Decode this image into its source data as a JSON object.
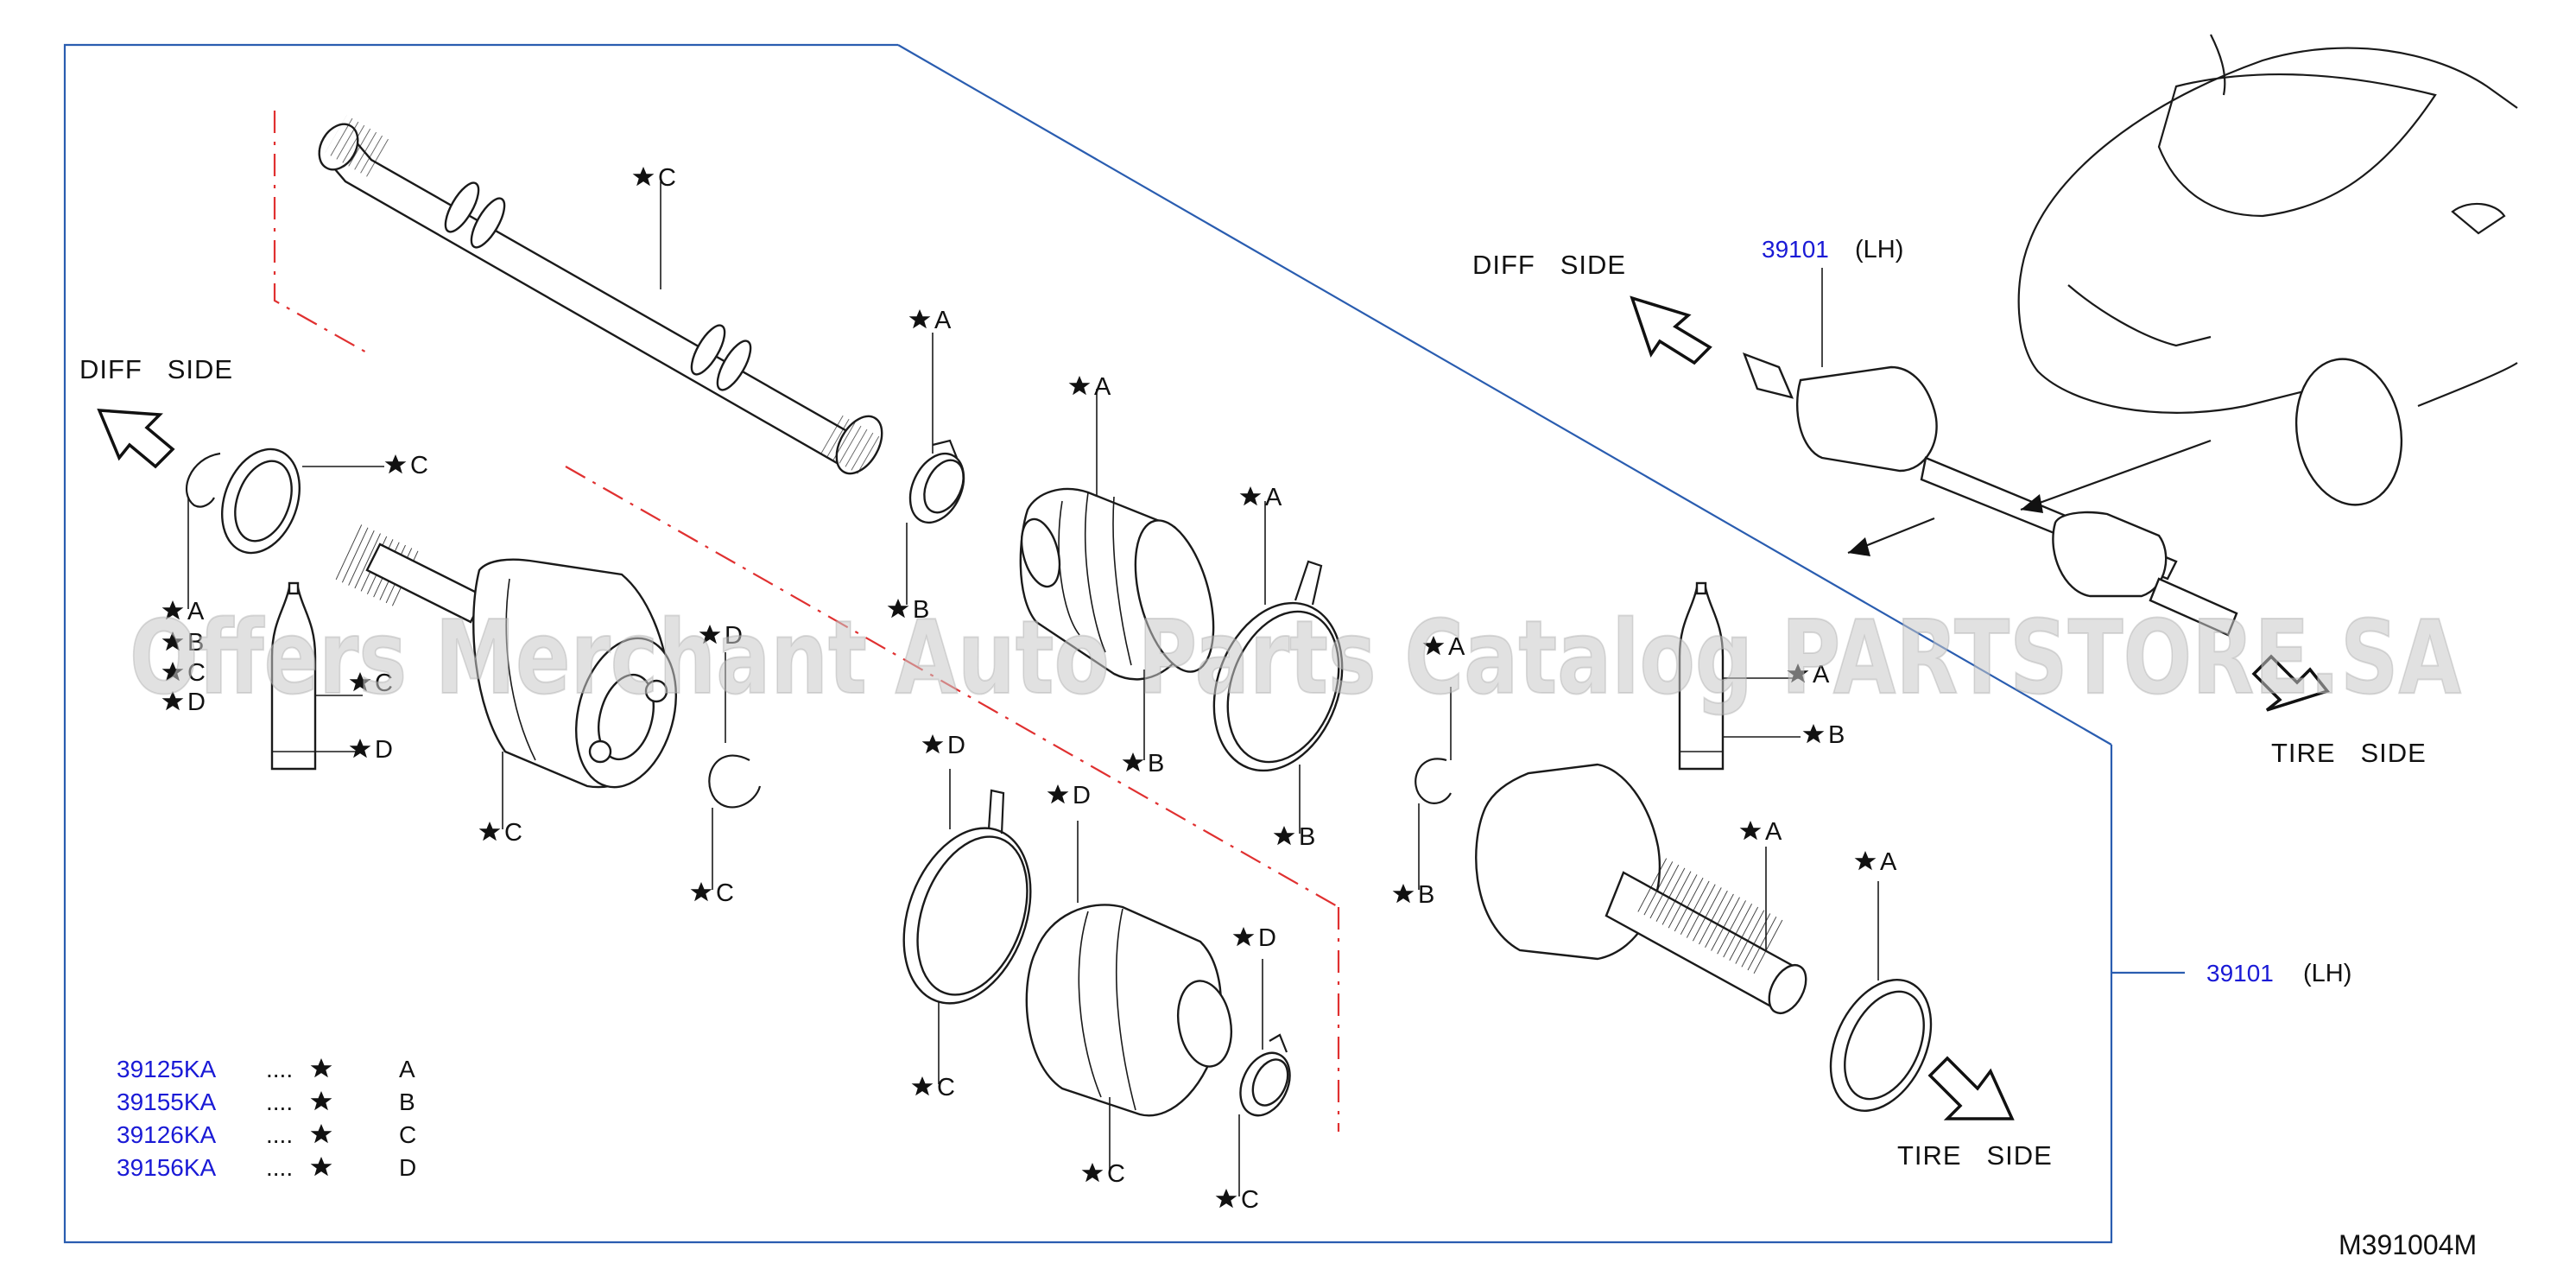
{
  "diagram_id": "M391004M",
  "part_numbers": {
    "upper_assembly": {
      "number": "39101",
      "side": "(LH)"
    },
    "main_assembly": {
      "number": "39101",
      "side": "(LH)"
    }
  },
  "direction_labels": {
    "diff_side_left": "DIFF   SIDE",
    "diff_side_right": "DIFF   SIDE",
    "tire_side_lower": "TIRE   SIDE",
    "tire_side_right": "TIRE   SIDE"
  },
  "callouts": {
    "shaft_c": "C",
    "band_a_top": "A",
    "band_b_top": "B",
    "boot_a_top": "A",
    "boot_b": "B",
    "clamp_a": "A",
    "clamp_b": "B",
    "seal_c": "C",
    "snap_a": "A",
    "snap_b": "B",
    "snap_c": "C",
    "snap_d": "D",
    "grease_c": "C",
    "grease_d": "D",
    "housing_c": "C",
    "ring_d": "D",
    "ring_c": "C",
    "clamp2_d": "D",
    "clamp2_c": "C",
    "boot2_d": "D",
    "boot2_c": "C",
    "band3_d": "D",
    "band3_c": "C",
    "snap2_a": "A",
    "snap2_b": "B",
    "grease2_a": "A",
    "grease2_b": "B",
    "outer_a": "A",
    "seal2_a": "A"
  },
  "legend": [
    {
      "code": "39125KA",
      "dots": "....",
      "letter": "A"
    },
    {
      "code": "39155KA",
      "dots": "....",
      "letter": "B"
    },
    {
      "code": "39126KA",
      "dots": "....",
      "letter": "C"
    },
    {
      "code": "39156KA",
      "dots": "....",
      "letter": "D"
    }
  ],
  "watermark": "Offers Merchant Auto Parts Catalog PARTSTORE.SA",
  "colors": {
    "part_number": "#1a1ad6",
    "frame": "#2a5db0",
    "guide": "#e03030"
  }
}
